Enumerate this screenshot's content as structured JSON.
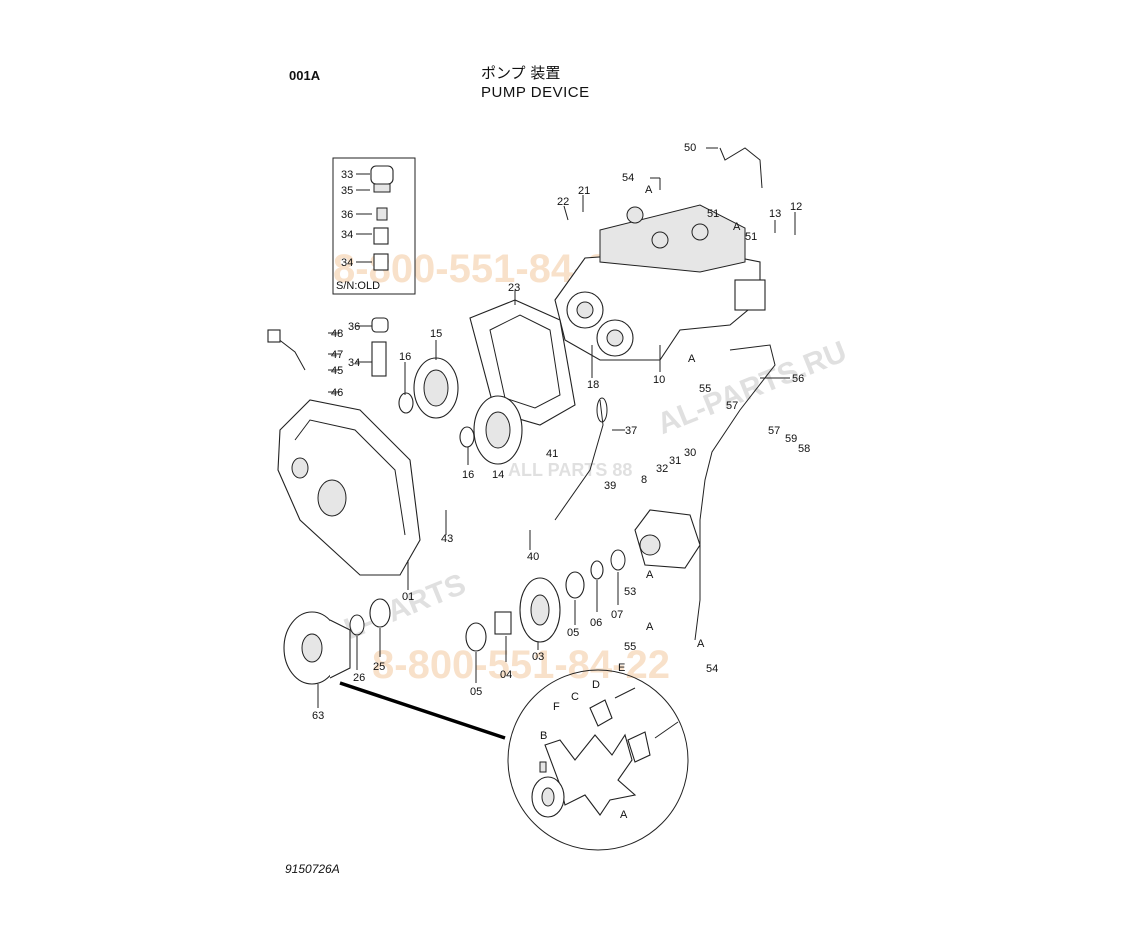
{
  "header": {
    "page_id": "001A",
    "title_jp": "ポンプ 装置",
    "title_en": "PUMP DEVICE"
  },
  "footer": {
    "drawing_number": "9150726A"
  },
  "inset": {
    "note": "S/N:OLD",
    "labels": [
      "33",
      "35",
      "36",
      "34",
      "34"
    ]
  },
  "watermarks": {
    "phone_top": "8-800-551-84-22",
    "phone_bottom": "8-800-551-84-22",
    "site_diagonal": "AL-PARTS.RU",
    "site_left": "ALL-PARTS",
    "logo_text": "ALL PARTS 88"
  },
  "callouts": {
    "c50": "50",
    "c54a": "54",
    "c21": "21",
    "c22": "22",
    "cA1": "A",
    "c51a": "51",
    "cA2": "A",
    "c13": "13",
    "c12": "12",
    "c51b": "51",
    "c23": "23",
    "c48": "48",
    "c47": "47",
    "c45": "45",
    "c46": "46",
    "c36": "36",
    "c34": "34",
    "c16a": "16",
    "c15": "15",
    "c18": "18",
    "c10": "10",
    "cA3": "A",
    "c55a": "55",
    "c56": "56",
    "c57a": "57",
    "c57b": "57",
    "c59": "59",
    "c58": "58",
    "c37": "37",
    "c16b": "16",
    "c14": "14",
    "c41": "41",
    "c39": "39",
    "c32": "32",
    "c31": "31",
    "c30": "30",
    "c8": "8",
    "c43": "43",
    "c40": "40",
    "c01": "01",
    "cA4": "A",
    "c53": "53",
    "c07": "07",
    "c06": "06",
    "c05a": "05",
    "c03": "03",
    "c04": "04",
    "c05b": "05",
    "cA5": "A",
    "c55b": "55",
    "cA6": "A",
    "c54b": "54",
    "c25": "25",
    "c26": "26",
    "c63": "63",
    "cE": "E",
    "cD": "D",
    "cC": "C",
    "cF": "F",
    "cB": "B",
    "cA7": "A"
  }
}
